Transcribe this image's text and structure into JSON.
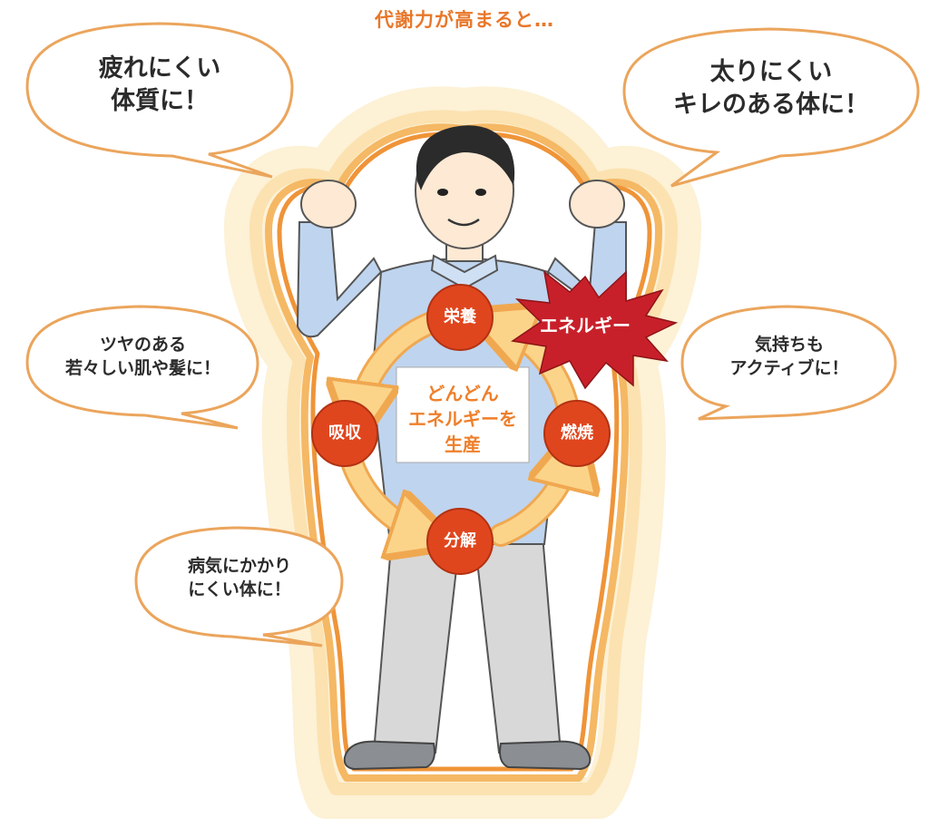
{
  "title": "代謝力が高まると…",
  "bubbles": {
    "top_left": [
      "疲れにくい",
      "体質に！"
    ],
    "top_right": [
      "太りにくい",
      "キレのある体に！"
    ],
    "mid_left": [
      "ツヤのある",
      "若々しい肌や髪に！"
    ],
    "mid_right": [
      "気持ちも",
      "アクティブに！"
    ],
    "bottom_left": [
      "病気にかかり",
      "にくい体に！"
    ]
  },
  "cycle": {
    "nodes": [
      "栄養",
      "燃焼",
      "分解",
      "吸収"
    ],
    "center": [
      "どんどん",
      "エネルギーを",
      "生産"
    ]
  },
  "energy_burst": "エネルギー",
  "colors": {
    "accent_orange": "#e8772a",
    "node_red": "#e0461e",
    "burst_red": "#c8202a",
    "aura_outer": "#fbe6b8",
    "aura_inner": "#f2a045"
  }
}
